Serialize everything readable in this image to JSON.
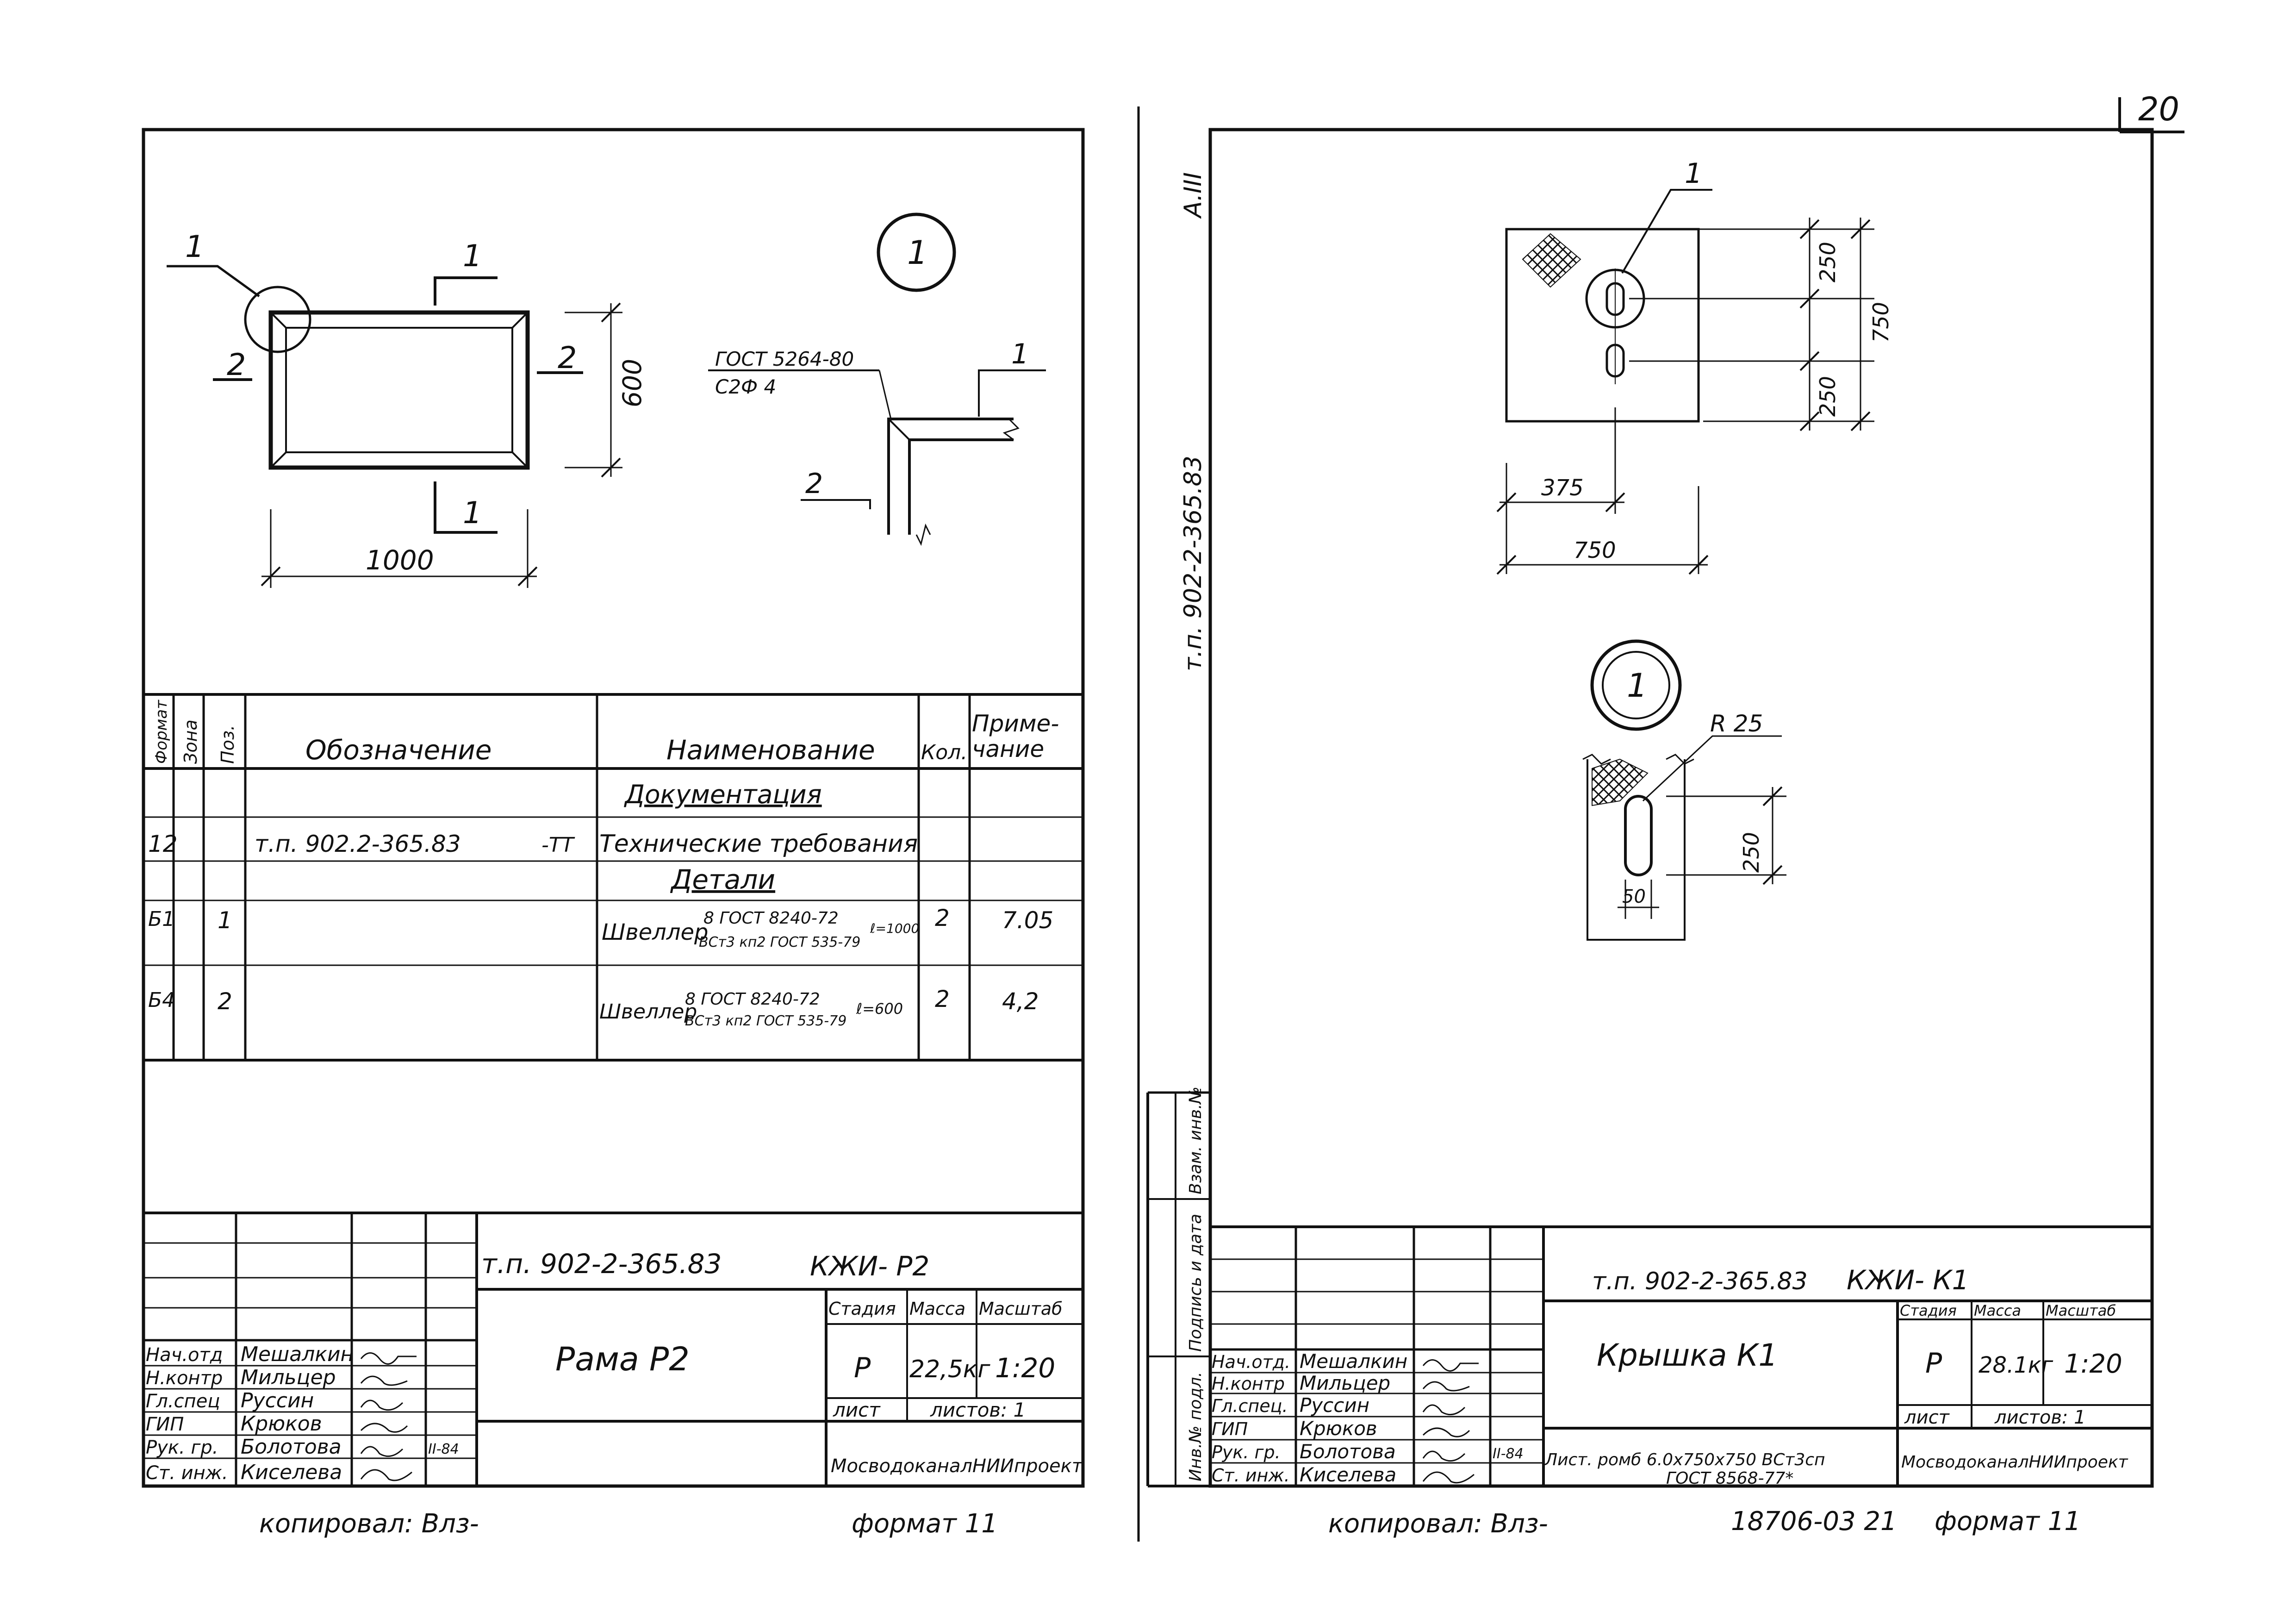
{
  "page_number": "20",
  "left_sheet": {
    "drawing": {
      "callout_1_top": "1",
      "callout_1_left": "1",
      "callout_1_bottom": "1",
      "label_2_left": "2",
      "label_2_right": "2",
      "dim_height": "600",
      "dim_width": "1000",
      "detail_circle": "1",
      "weld_standard": "ГОСТ 5264-80",
      "weld_code": "С2Ф 4",
      "detail_callout_1": "1",
      "detail_label_2": "2"
    },
    "spec_table": {
      "headers": {
        "format": "Формат",
        "zone": "Зона",
        "pos": "Поз.",
        "designation": "Обозначение",
        "name": "Наименование",
        "qty": "Кол.",
        "note": "Приме-\nчание"
      },
      "sections": {
        "documentation": "Документация",
        "details": "Детали"
      },
      "rows": [
        {
          "format": "12",
          "pos": "",
          "designation": "т.п. 902.2-365.83",
          "suffix": "-ТТ",
          "name": "Технические требования",
          "qty": "",
          "note": ""
        },
        {
          "format": "Б1",
          "pos": "1",
          "designation": "",
          "suffix": "",
          "name_main": "Швеллер",
          "name_top": "8 ГОСТ 8240-72",
          "name_bottom": "ВСт3 кп2 ГОСТ 535-79",
          "name_len": "ℓ=1000",
          "qty": "2",
          "note": "7.05"
        },
        {
          "format": "Б4",
          "pos": "2",
          "designation": "",
          "suffix": "",
          "name_main": "Швеллер",
          "name_top": "8 ГОСТ 8240-72",
          "name_bottom": "ВСт3 кп2 ГОСТ 535-79",
          "name_len": "ℓ=600",
          "qty": "2",
          "note": "4,2"
        }
      ]
    },
    "title_block": {
      "code": "т.п. 902-2-365.83",
      "mark": "КЖИ- Р2",
      "title": "Рама Р2",
      "stage_label": "Стадия",
      "mass_label": "Масса",
      "scale_label": "Масштаб",
      "stage": "Р",
      "mass": "22,5кг",
      "scale": "1:20",
      "sheet_label": "лист",
      "sheets_label": "листов: 1",
      "org": "МосводоканалНИИпроект",
      "roles": [
        {
          "role": "Нач.отд",
          "name": "Мешалкин"
        },
        {
          "role": "Н.контр",
          "name": "Мильцер"
        },
        {
          "role": "Гл.спец",
          "name": "Руссин"
        },
        {
          "role": "ГИП",
          "name": "Крюков"
        },
        {
          "role": "Рук. гр.",
          "name": "Болотова"
        },
        {
          "role": "Ст. инж.",
          "name": "Киселева"
        }
      ],
      "date": "II-84"
    },
    "copied": "копировал: Влз-",
    "format": "формат 11"
  },
  "right_sheet": {
    "side_code": "т.п. 902-2-365.83",
    "side_album": "А.III",
    "side_stamps": [
      "Взам. инв.№",
      "Подпись и дата",
      "Инв.№ подл."
    ],
    "drawing": {
      "callout_1": "1",
      "dim_250_top": "250",
      "dim_250_bottom": "250",
      "dim_750_vertical": "750",
      "dim_375": "375",
      "dim_750_horizontal": "750",
      "detail_circle": "1",
      "radius": "R 25",
      "dim_250_detail": "250",
      "dim_50": "50"
    },
    "title_block": {
      "code": "т.п. 902-2-365.83",
      "mark": "КЖИ- К1",
      "title": "Крышка К1",
      "stage_label": "Стадия",
      "mass_label": "Масса",
      "scale_label": "Масштаб",
      "stage": "Р",
      "mass": "28.1кг",
      "scale": "1:20",
      "sheet_label": "лист",
      "sheets_label": "листов: 1",
      "org": "МосводоканалНИИпроект",
      "material_line1": "Лист. ромб 6.0х750х750 ВСт3сп",
      "material_line2": "ГОСТ 8568-77*",
      "roles": [
        {
          "role": "Нач.отд.",
          "name": "Мешалкин"
        },
        {
          "role": "Н.контр",
          "name": "Мильцер"
        },
        {
          "role": "Гл.спец.",
          "name": "Руссин"
        },
        {
          "role": "ГИП",
          "name": "Крюков"
        },
        {
          "role": "Рук. гр.",
          "name": "Болотова"
        },
        {
          "role": "Ст. инж.",
          "name": "Киселева"
        }
      ],
      "date": "II-84"
    },
    "copied": "копировал: Влз-",
    "inventory": "18706-03 21",
    "format": "формат 11"
  }
}
